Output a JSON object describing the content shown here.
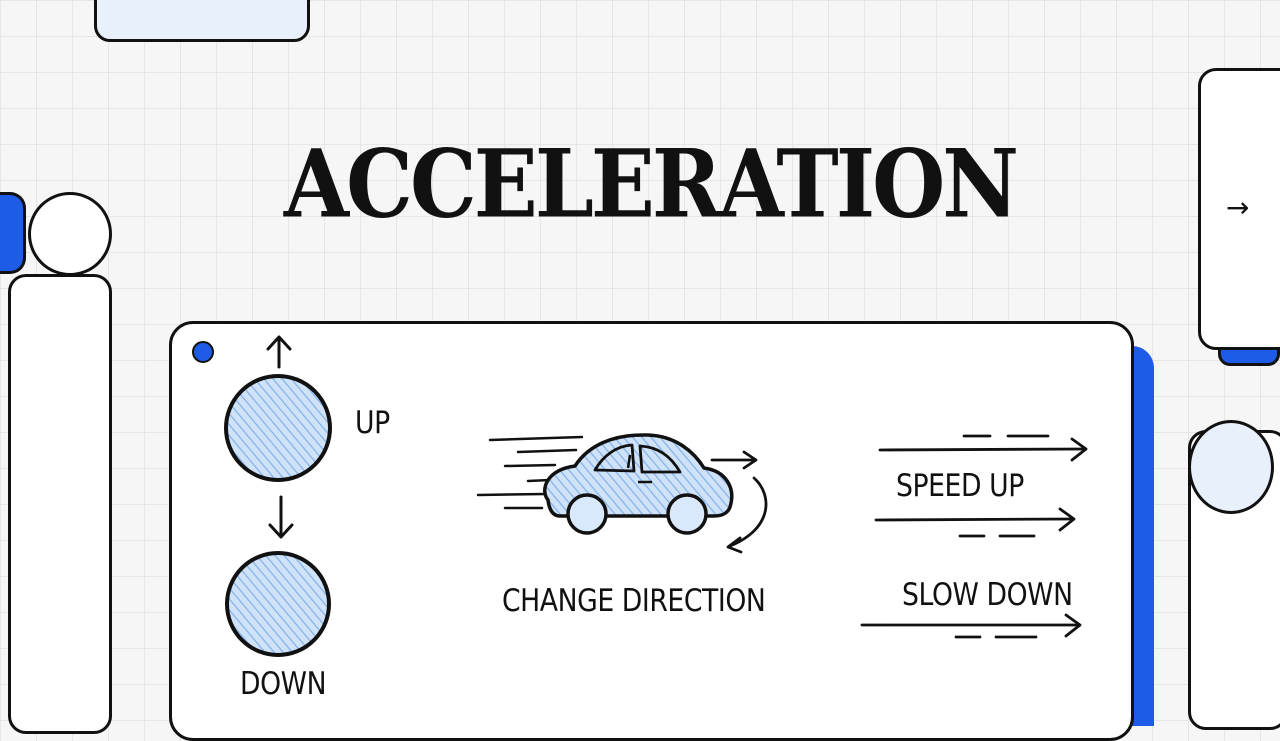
{
  "title": "ACCELERATION",
  "card": {
    "up_label": "UP",
    "down_label": "DOWN",
    "change_direction_label": "CHANGE DIRECTION",
    "speed_up_label": "SPEED UP",
    "slow_down_label": "SLOW DOWN"
  },
  "decor": {
    "right_arrow_glyph": "→"
  },
  "colors": {
    "accent_blue": "#1e5be6",
    "fill_light_blue": "#b9d6f5",
    "ink": "#111111"
  }
}
